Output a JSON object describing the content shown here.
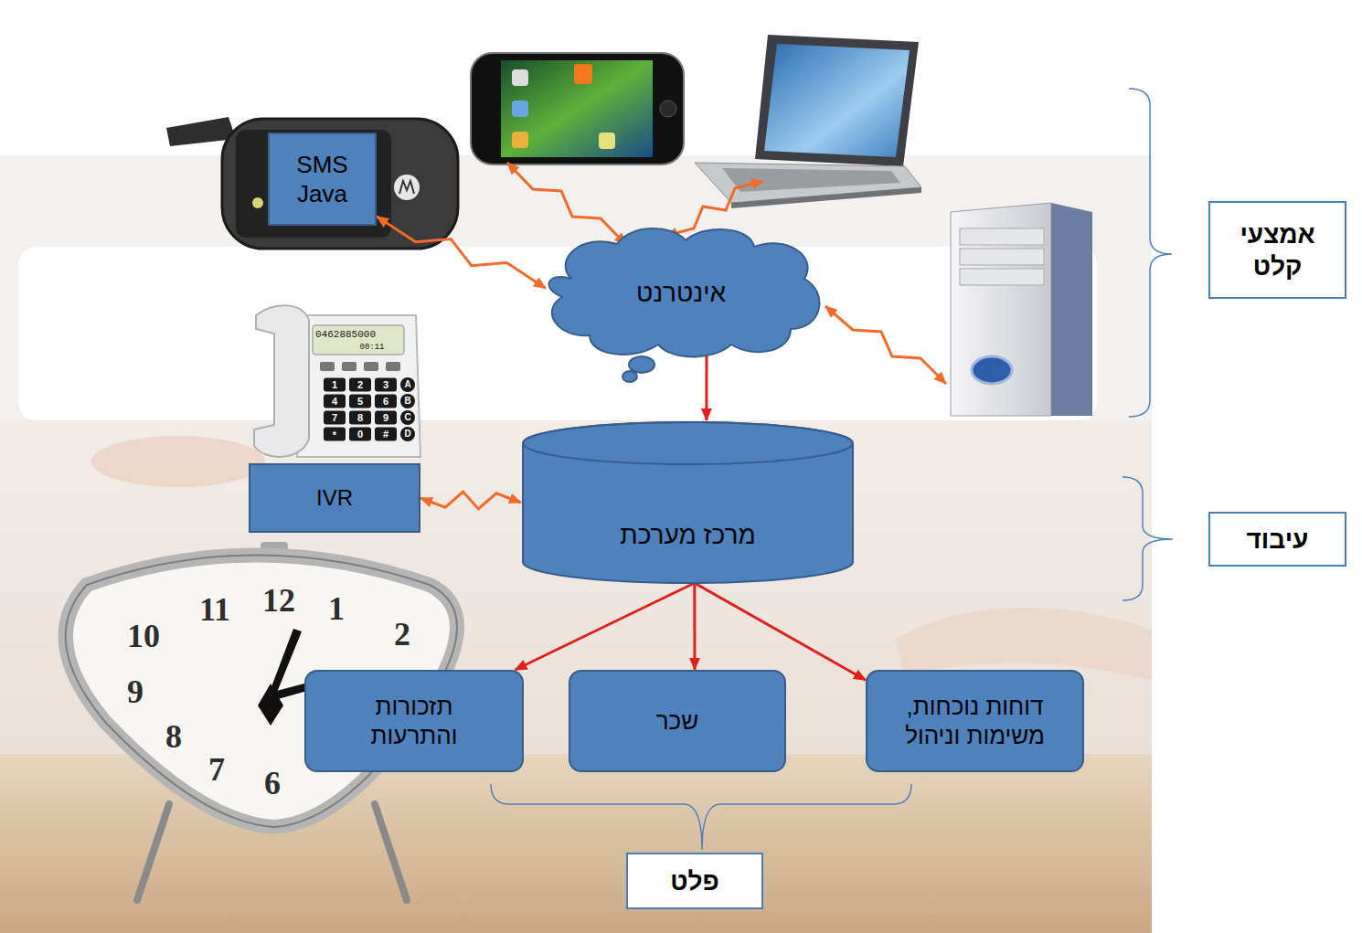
{
  "diagram": {
    "nodes": [
      {
        "text": [
          "SMS Java"
        ]
      },
      {
        "text": [
          "אינטרנט"
        ]
      },
      {
        "text": [
          "אמצעי קלט"
        ]
      },
      {
        "text": [
          "IVR"
        ]
      },
      {
        "text": [
          "מרכז מערכת"
        ]
      },
      {
        "text": [
          "עיבוד"
        ]
      },
      {
        "text": [
          "תזכורות והתרעות"
        ]
      },
      {
        "text": [
          "שכר"
        ]
      },
      {
        "text": [
          "דוחות נוכחות, משימות וניהול"
        ]
      },
      {
        "text": [
          "פלט"
        ]
      }
    ],
    "edges": [
      {
        "from": 0,
        "to": 1,
        "arrow": "both"
      },
      {
        "from": 1,
        "to": 4,
        "arrow": "to"
      },
      {
        "from": 3,
        "to": 4,
        "arrow": "both"
      },
      {
        "from": 4,
        "to": 6,
        "arrow": "to"
      },
      {
        "from": 4,
        "to": 7,
        "arrow": "to"
      },
      {
        "from": 4,
        "to": 8,
        "arrow": "to"
      }
    ],
    "labels": [
      "0462885000",
      "00:11",
      "1",
      "2",
      "3",
      "A",
      "4",
      "5",
      "6",
      "B",
      "7",
      "8",
      "9",
      "C",
      "*",
      "0",
      "#",
      "D",
      "11",
      "12",
      "1",
      "10",
      "2",
      "9",
      "8",
      "7",
      "6"
    ]
  }
}
